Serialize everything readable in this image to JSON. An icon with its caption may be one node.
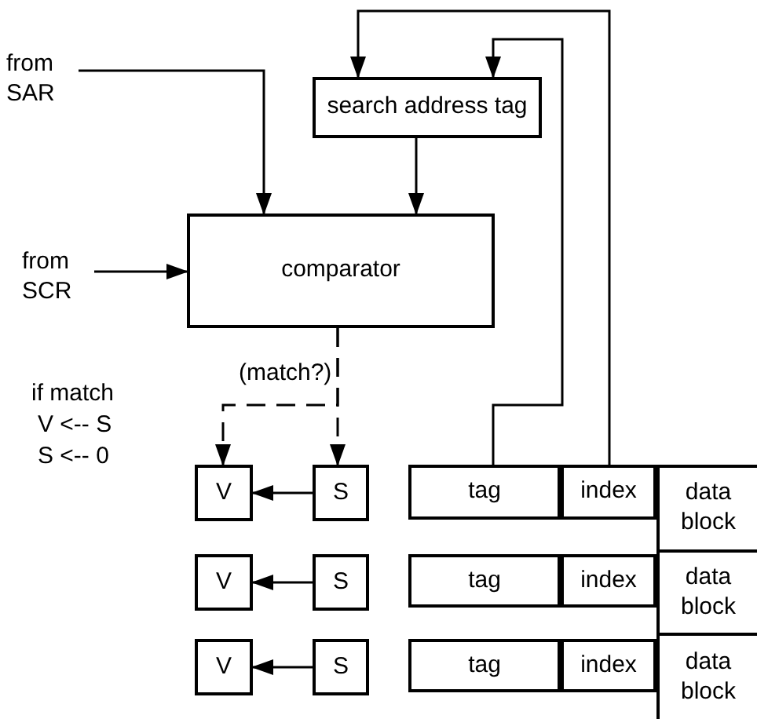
{
  "diagram": {
    "nodes": [
      {
        "text": [
          "from SAR"
        ]
      },
      {
        "text": [
          "from SCR"
        ]
      },
      {
        "text": [
          "search address tag"
        ]
      },
      {
        "text": [
          "comparator"
        ]
      },
      {
        "text": [
          "V"
        ]
      },
      {
        "text": [
          "S"
        ]
      },
      {
        "text": [
          "V"
        ]
      },
      {
        "text": [
          "S"
        ]
      },
      {
        "text": [
          "V"
        ]
      },
      {
        "text": [
          "S"
        ]
      },
      {
        "text": [
          "tag"
        ]
      },
      {
        "text": [
          "index"
        ]
      },
      {
        "text": [
          "data block"
        ]
      },
      {
        "text": [
          "tag"
        ]
      },
      {
        "text": [
          "index"
        ]
      },
      {
        "text": [
          "data block"
        ]
      },
      {
        "text": [
          "tag"
        ]
      },
      {
        "text": [
          "index"
        ]
      },
      {
        "text": [
          "data block"
        ]
      }
    ],
    "edges": [
      {
        "from": 0,
        "to": 3,
        "arrow": "to"
      },
      {
        "from": 1,
        "to": 3,
        "arrow": "to"
      },
      {
        "from": 2,
        "to": 3,
        "arrow": "to"
      },
      {
        "from": 10,
        "to": 2,
        "arrow": "to"
      },
      {
        "from": 11,
        "to": 2,
        "arrow": "to"
      },
      {
        "from": 3,
        "to": 4,
        "arrow": "to",
        "style": "dashed"
      },
      {
        "from": 3,
        "to": 5,
        "arrow": "to",
        "style": "dashed",
        "label": "(match?)"
      },
      {
        "from": 5,
        "to": 4,
        "arrow": "to"
      },
      {
        "from": 7,
        "to": 6,
        "arrow": "to"
      },
      {
        "from": 9,
        "to": 8,
        "arrow": "to"
      }
    ],
    "labels": [
      "if match",
      "V <-- S",
      "S <-- 0"
    ]
  }
}
